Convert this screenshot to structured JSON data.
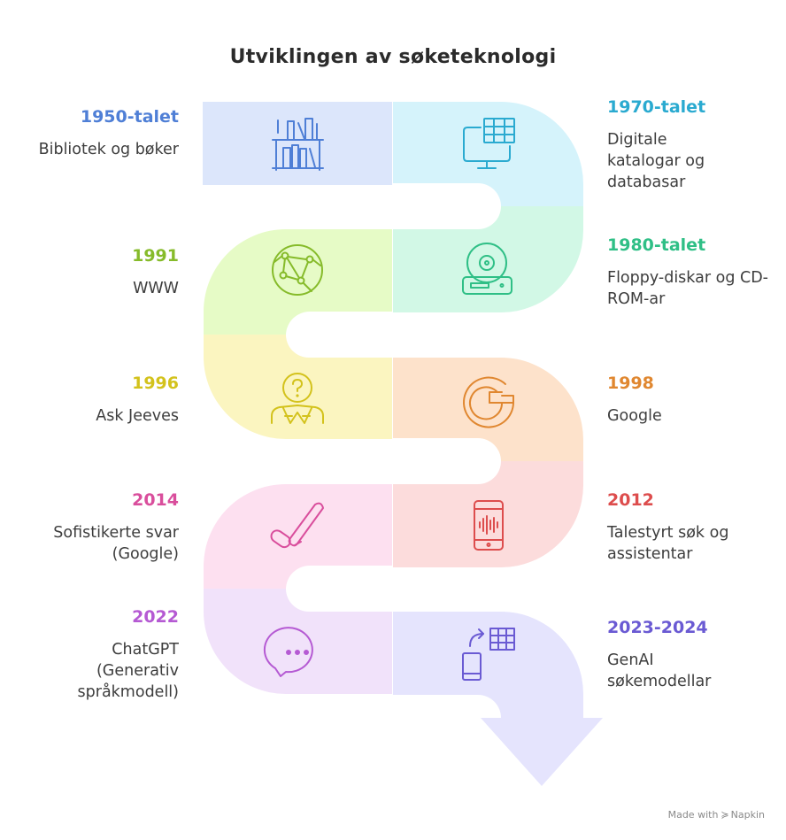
{
  "title": "Utviklingen av søketeknologi",
  "colors": {
    "blue_bg": "#dce6fb",
    "cyan_bg": "#d5f3fb",
    "green_bg": "#e6fbc6",
    "teal_bg": "#d2f8e6",
    "yellow_bg": "#fbf5c0",
    "orange_bg": "#fde2cb",
    "pink_bg": "#fde0f0",
    "red_bg": "#fcdcdc",
    "lilac_bg": "#f1e2fa",
    "lavender_bg": "#e5e4fd"
  },
  "milestones": [
    {
      "year": "1950-talet",
      "text": "Bibliotek og bøker",
      "icon": "bookshelf-icon",
      "color": "#4f7fd6"
    },
    {
      "year": "1970-talet",
      "text": "Digitale katalogar og databasar",
      "icon": "monitor-database-icon",
      "color": "#2aaad0"
    },
    {
      "year": "1991",
      "text": "WWW",
      "icon": "globe-network-icon",
      "color": "#86bb2a"
    },
    {
      "year": "1980-talet",
      "text": "Floppy-diskar og CD-ROM-ar",
      "icon": "disk-drive-icon",
      "color": "#2fbf86"
    },
    {
      "year": "1996",
      "text": "Ask Jeeves",
      "icon": "butler-question-icon",
      "color": "#d3c21c"
    },
    {
      "year": "1998",
      "text": "Google",
      "icon": "google-g-icon",
      "color": "#e08730"
    },
    {
      "year": "2014",
      "text": "Sofistikerte svar (Google)",
      "icon": "magic-wand-icon",
      "color": "#d94e9c"
    },
    {
      "year": "2012",
      "text": "Talestyrt søk og assistentar",
      "icon": "phone-voice-icon",
      "color": "#dd4d4d"
    },
    {
      "year": "2022",
      "text": "ChatGPT (Generativ språkmodell)",
      "icon": "chat-bubble-icon",
      "color": "#b55ad3"
    },
    {
      "year": "2023-2024",
      "text": "GenAI søkemodellar",
      "icon": "device-transfer-icon",
      "color": "#6a5ad3"
    }
  ],
  "footer": {
    "made_with": "Made with",
    "brand": "Napkin"
  }
}
